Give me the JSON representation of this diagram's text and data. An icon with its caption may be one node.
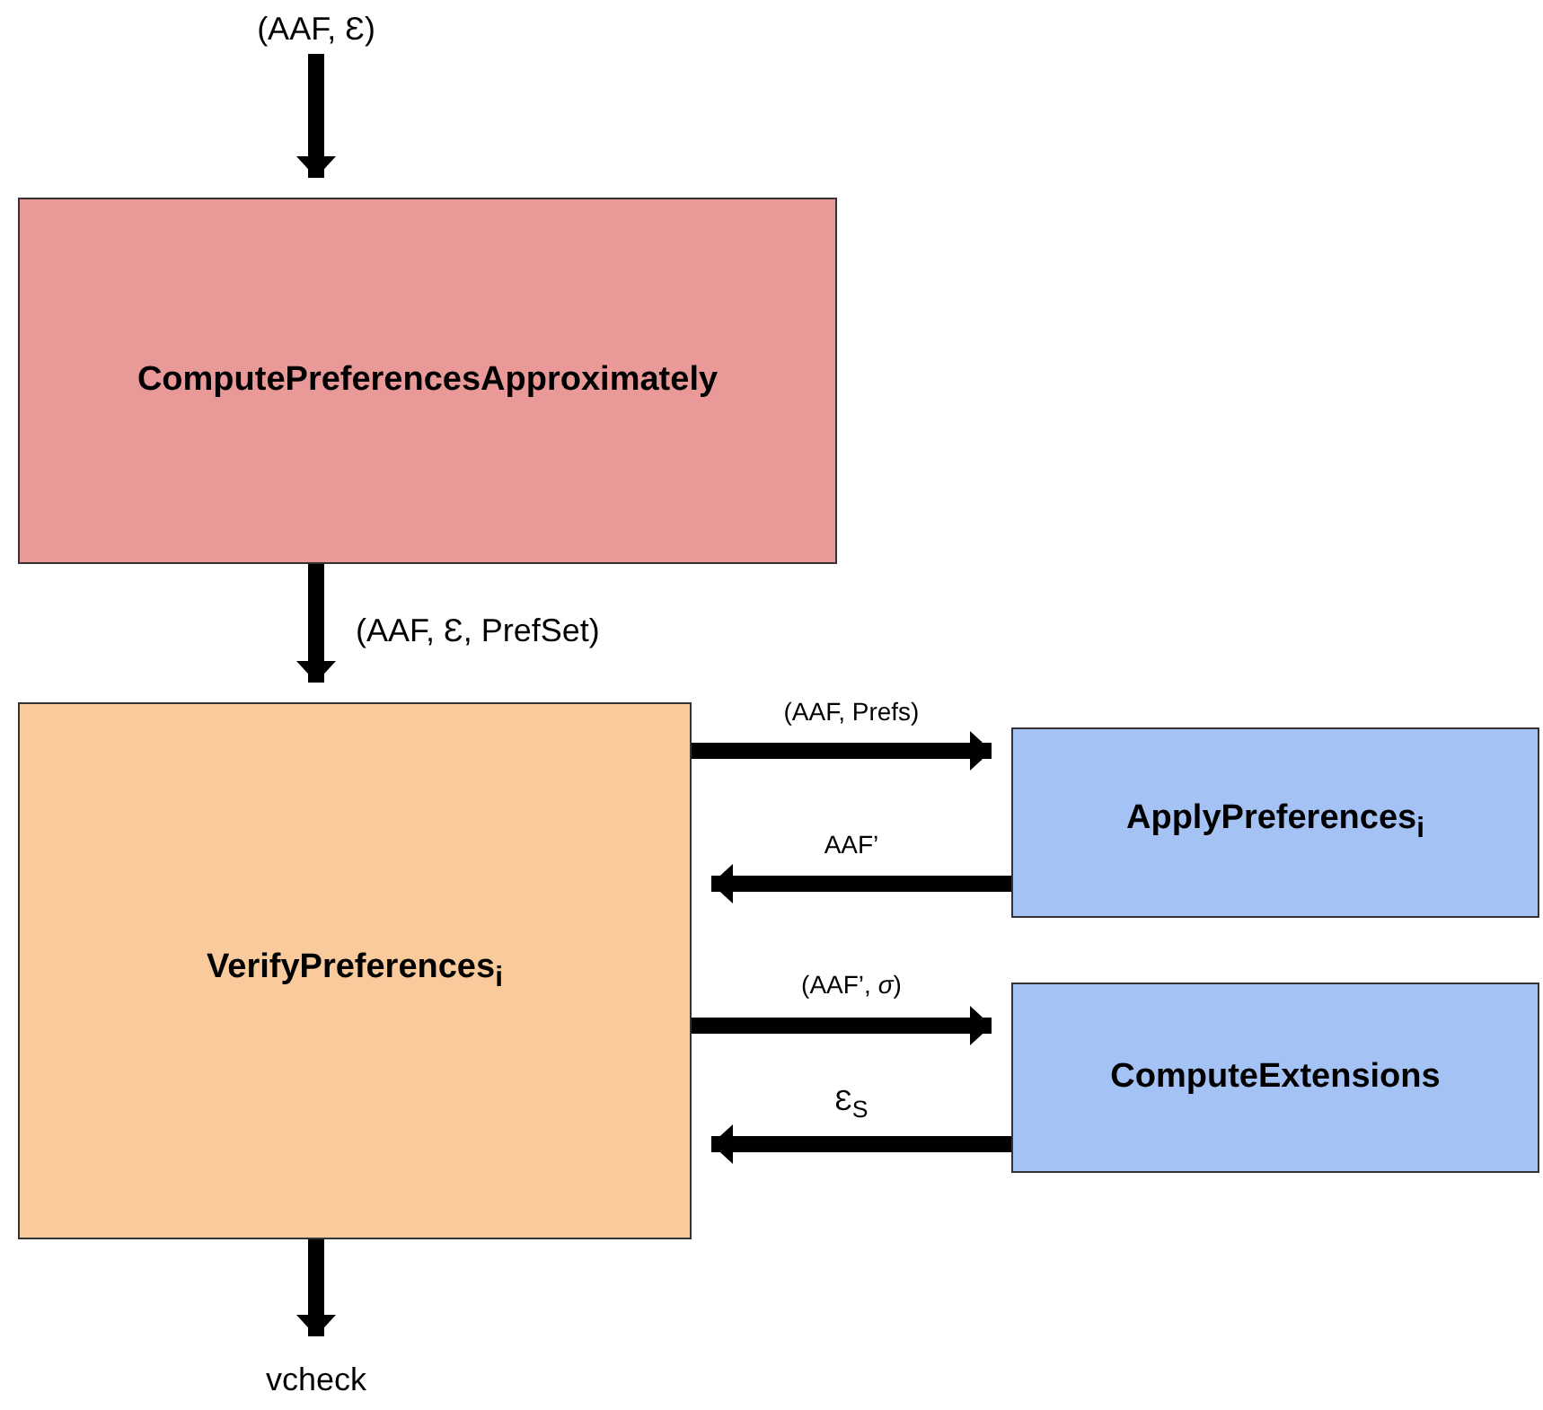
{
  "diagram": {
    "nodes": [
      {
        "text": [
          "(AAF, Ɛ)"
        ]
      },
      {
        "text": [
          "ComputePreferencesApproximately"
        ]
      },
      {
        "text": [
          "VerifyPreferences$_{i}$"
        ]
      },
      {
        "text": [
          "ApplyPreferences$_{i}$"
        ]
      },
      {
        "text": [
          "ComputeExtensions"
        ]
      },
      {
        "text": [
          "vcheck"
        ]
      }
    ],
    "edges": [
      {
        "from": 0,
        "to": 1,
        "arrow": "to"
      },
      {
        "from": 1,
        "to": 2,
        "arrow": "to",
        "label": "(AAF, Ɛ, PrefSet)"
      },
      {
        "from": 2,
        "to": 3,
        "arrow": "to",
        "label": "(AAF, Prefs)"
      },
      {
        "from": 3,
        "to": 2,
        "arrow": "to",
        "label": "AAF’"
      },
      {
        "from": 2,
        "to": 4,
        "arrow": "to",
        "label": "(AAF’, *σ*)"
      },
      {
        "from": 4,
        "to": 2,
        "arrow": "to",
        "label": "Ɛ$_{S}$"
      },
      {
        "from": 2,
        "to": 5,
        "arrow": "to"
      }
    ]
  }
}
